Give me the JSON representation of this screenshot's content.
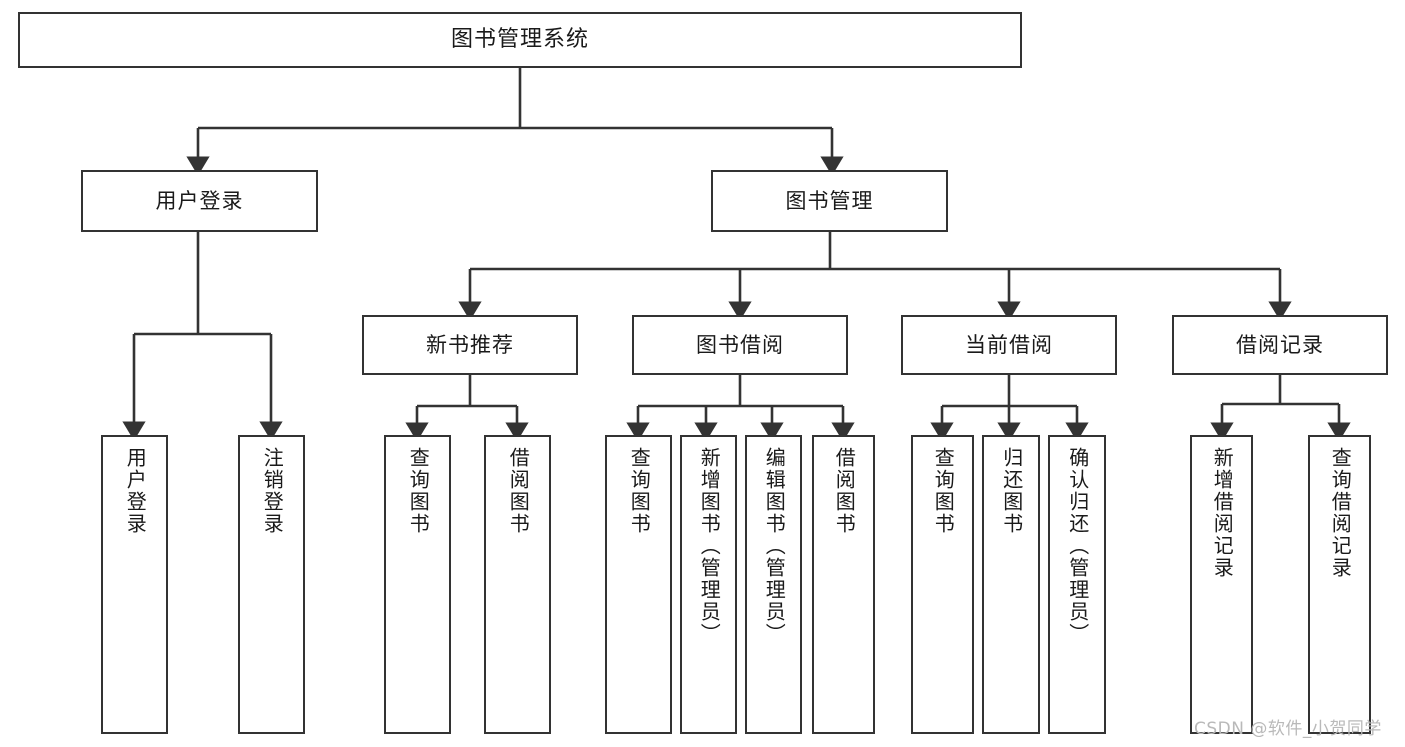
{
  "diagram": {
    "type": "tree",
    "orientation": "top-down",
    "title": "图书管理系统",
    "colors": {
      "node_border": "#333333",
      "node_fill": "#ffffff",
      "edge": "#333333",
      "text": "#1a1a1a",
      "background": "#ffffff",
      "watermark": "#b9b9b9"
    },
    "root": {
      "label": "图书管理系统"
    },
    "level2": [
      {
        "label": "用户登录"
      },
      {
        "label": "图书管理"
      }
    ],
    "level3": [
      {
        "label": "新书推荐"
      },
      {
        "label": "图书借阅"
      },
      {
        "label": "当前借阅"
      },
      {
        "label": "借阅记录"
      }
    ],
    "leaves": {
      "user_login": [
        {
          "label": "用户登录"
        },
        {
          "label": "注销登录"
        }
      ],
      "new_book_recommend": [
        {
          "label": "查询图书"
        },
        {
          "label": "借阅图书"
        }
      ],
      "book_borrow": [
        {
          "label": "查询图书"
        },
        {
          "label": "新增图书（管理员）"
        },
        {
          "label": "编辑图书（管理员）"
        },
        {
          "label": "借阅图书"
        }
      ],
      "current_borrow": [
        {
          "label": "查询图书"
        },
        {
          "label": "归还图书"
        },
        {
          "label": "确认归还（管理员）"
        }
      ],
      "borrow_record": [
        {
          "label": "新增借阅记录"
        },
        {
          "label": "查询借阅记录"
        }
      ]
    }
  },
  "watermark": {
    "text": "CSDN @软件_小贺同学"
  }
}
